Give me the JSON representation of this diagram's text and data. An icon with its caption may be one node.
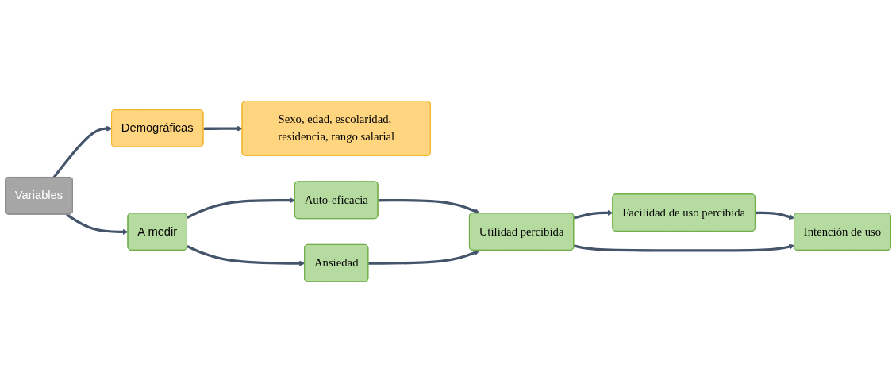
{
  "diagram": {
    "nodes": [
      {
        "text": [
          "Variables"
        ]
      },
      {
        "text": [
          "Demográficas"
        ]
      },
      {
        "text": [
          "Sexo, edad, escolaridad, residencia, rango salarial"
        ]
      },
      {
        "text": [
          "A medir"
        ]
      },
      {
        "text": [
          "Auto-eficacia"
        ]
      },
      {
        "text": [
          "Ansiedad"
        ]
      },
      {
        "text": [
          "Facilidad de uso percibida"
        ]
      },
      {
        "text": [
          "Utilidad percibida"
        ]
      },
      {
        "text": [
          "Intención de uso"
        ]
      }
    ],
    "edges": [
      {
        "from": 0,
        "to": 1,
        "arrow": "to"
      },
      {
        "from": 1,
        "to": 2,
        "arrow": "to"
      },
      {
        "from": 0,
        "to": 3,
        "arrow": "to"
      },
      {
        "from": 3,
        "to": 4,
        "arrow": "to"
      },
      {
        "from": 3,
        "to": 5,
        "arrow": "to"
      },
      {
        "from": 4,
        "to": 7,
        "arrow": "to"
      },
      {
        "from": 5,
        "to": 7,
        "arrow": "to"
      },
      {
        "from": 7,
        "to": 6,
        "arrow": "to"
      },
      {
        "from": 6,
        "to": 8,
        "arrow": "to"
      },
      {
        "from": 7,
        "to": 8,
        "arrow": "to"
      }
    ]
  }
}
